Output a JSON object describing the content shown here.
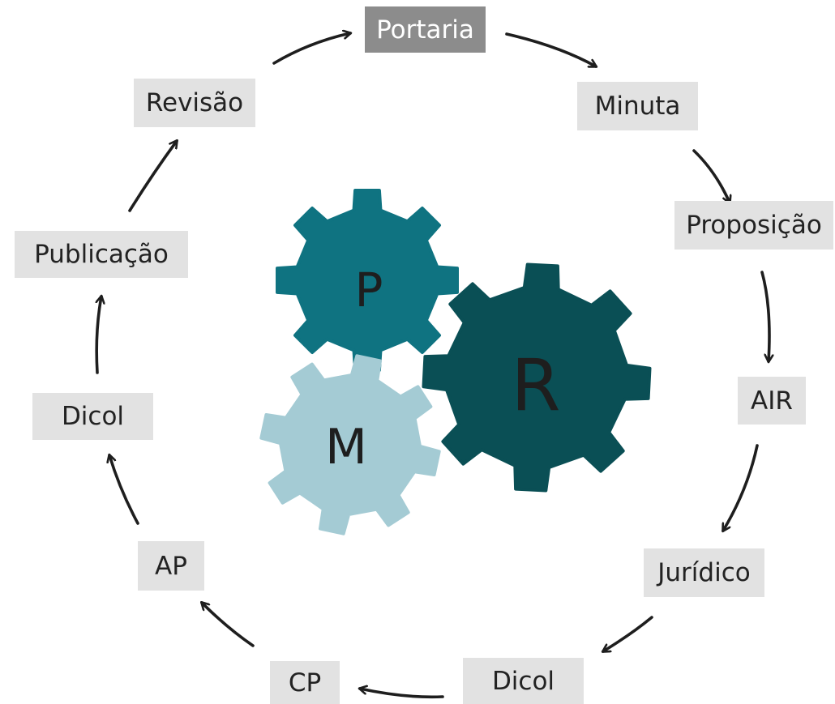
{
  "steps": {
    "portaria": "Portaria",
    "minuta": "Minuta",
    "proposicao": "Proposição",
    "air": "AIR",
    "juridico": "Jurídico",
    "dicol_bottom": "Dicol",
    "cp": "CP",
    "ap": "AP",
    "dicol_left": "Dicol",
    "publicacao": "Publicação",
    "revisao": "Revisão"
  },
  "gears": {
    "p": "P",
    "m": "M",
    "r": "R"
  },
  "colors": {
    "box_fill": "#e2e2e2",
    "box_fill_highlight": "#8c8c8c",
    "gear_p": "#0f7381",
    "gear_m": "#a4cbd4",
    "gear_r": "#0a4f55",
    "arrow": "#1e1e1e"
  }
}
